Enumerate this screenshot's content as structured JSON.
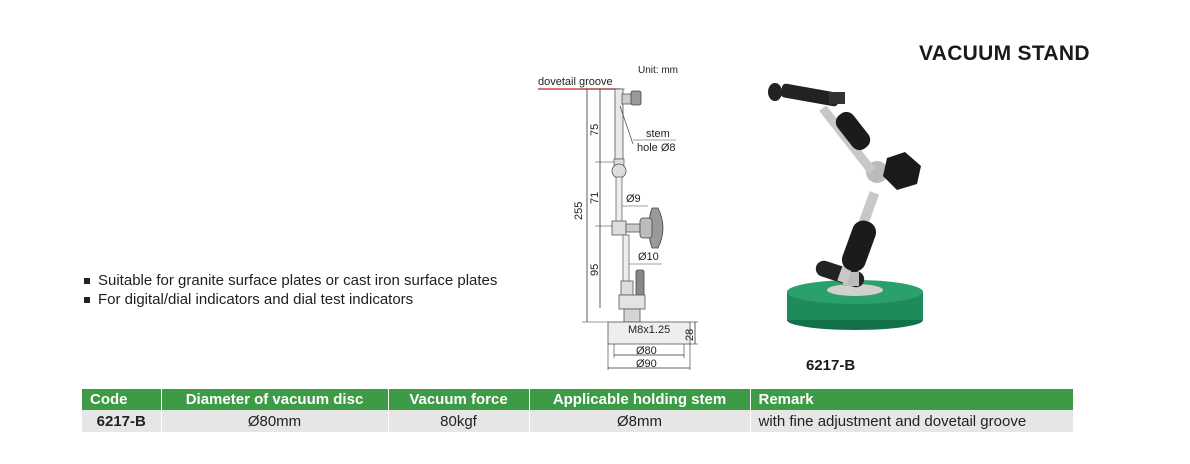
{
  "title": "VACUUM STAND",
  "features": [
    "Suitable for granite surface plates or cast iron surface plates",
    "For digital/dial indicators and dial test indicators"
  ],
  "diagram": {
    "unit_label": "Unit: mm",
    "labels": {
      "dovetail": "dovetail groove",
      "stem": "stem",
      "hole": "hole Ø8",
      "dia9": "Ø9",
      "dia10": "Ø10",
      "thread": "M8x1.25",
      "dia80": "Ø80",
      "dia90": "Ø90"
    },
    "dims": {
      "d75": "75",
      "d71": "71",
      "d255": "255",
      "d95": "95",
      "d28": "28"
    }
  },
  "product_caption": "6217-B",
  "table": {
    "headers": [
      "Code",
      "Diameter of vacuum disc",
      "Vacuum force",
      "Applicable holding stem",
      "Remark"
    ],
    "rows": [
      [
        "6217-B",
        "Ø80mm",
        "80kgf",
        "Ø8mm",
        "with fine adjustment and dovetail groove"
      ]
    ]
  },
  "colors": {
    "header_green": "#3d9a45",
    "row_gray": "#e6e6e6",
    "base_green": "#1f8a5a"
  }
}
